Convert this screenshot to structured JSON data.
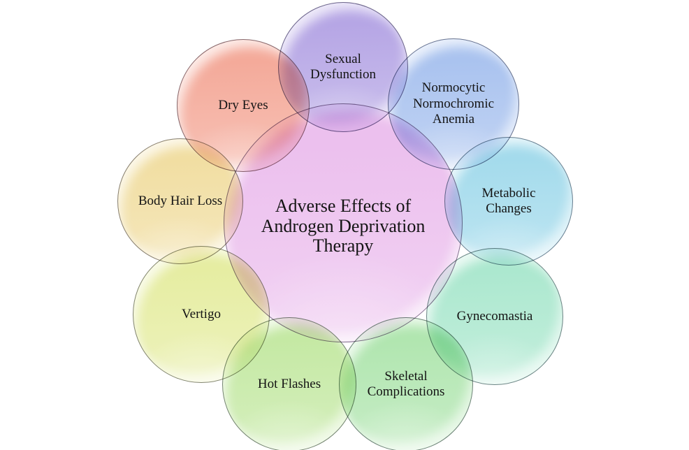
{
  "diagram": {
    "background_color": "#ffffff",
    "text_color": "#141414",
    "center": {
      "label": "Adverse Effects of\nAndrogen Deprivation\nTherapy",
      "color": "#ecc0ee"
    },
    "effects": [
      {
        "id": "sexual-dysfunction",
        "label": "Sexual\nDysfunction",
        "color": "#b6a6e5"
      },
      {
        "id": "normocytic-normochromic-anemia",
        "label": "Normocytic\nNormochromic\nAnemia",
        "color": "#aac3ef"
      },
      {
        "id": "metabolic-changes",
        "label": "Metabolic\nChanges",
        "color": "#a4dbec"
      },
      {
        "id": "gynecomastia",
        "label": "Gynecomastia",
        "color": "#ace8cf"
      },
      {
        "id": "skeletal-complications",
        "label": "Skeletal\nComplications",
        "color": "#b1e6b0"
      },
      {
        "id": "hot-flashes",
        "label": "Hot Flashes",
        "color": "#c5e9a4"
      },
      {
        "id": "vertigo",
        "label": "Vertigo",
        "color": "#e6eda2"
      },
      {
        "id": "body-hair-loss",
        "label": "Body Hair Loss",
        "color": "#f1dea2"
      },
      {
        "id": "dry-eyes",
        "label": "Dry Eyes",
        "color": "#f4aa9a"
      }
    ]
  }
}
